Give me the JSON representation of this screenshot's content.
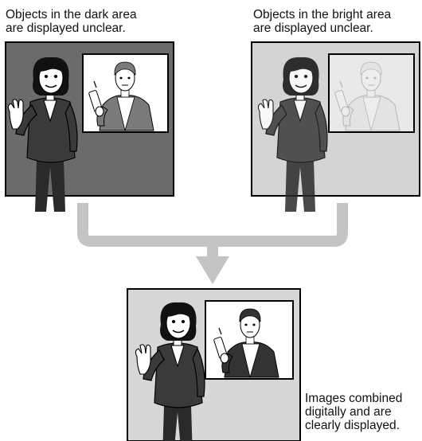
{
  "captions": {
    "dark": {
      "line1": "Objects in the dark area",
      "line2": "are displayed unclear."
    },
    "bright": {
      "line1": "Objects in the bright area",
      "line2": "are displayed unclear."
    },
    "combined": {
      "line1": "Images combined",
      "line2": "digitally and are",
      "line3": "clearly displayed."
    }
  },
  "colors": {
    "dark_panel_bg": "#6b6b6b",
    "bright_panel_bg": "#d4d4d4",
    "combined_panel_bg": "#d7d7d7",
    "connector": "#c4c4c4",
    "frame": "#000000"
  },
  "icons": {
    "woman_figure": "woman-presenting-figure",
    "man_figure": "man-holding-phone-figure",
    "merge_arrow": "merge-arrow"
  }
}
